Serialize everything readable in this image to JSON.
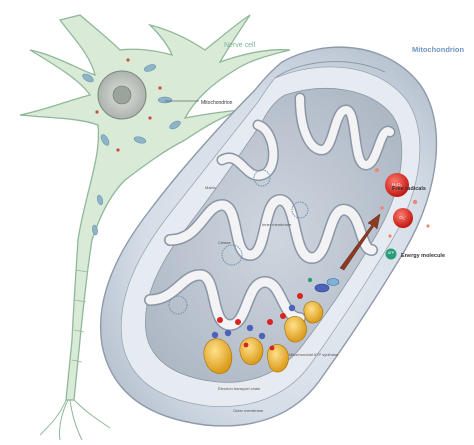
{
  "labels": {
    "nerve_cell": "Nerve cell",
    "mitochondrion_title": "Mitochondrion",
    "mitochondrion_callout": "Mitochondrion",
    "matrix": "Matrix",
    "inner_membrane": "Inner membrane",
    "cristae": "Cristae",
    "etc_top": "Mitochondrial ATP synthase",
    "etc_bottom": "Electron transport chain",
    "outer_membrane": "Outer membrane",
    "free_radicals": "Free radicals",
    "energy_molecule": "Energy molecule"
  },
  "molecules": {
    "h2o2": "H₂O₂",
    "o2": "O₂⁻",
    "atp": "ATP"
  },
  "colors": {
    "nerve_cell_fill": "#d9ead6",
    "nerve_cell_stroke": "#8fb89a",
    "mito_body": "#dfe6ee",
    "mito_stroke": "#8e9aaa",
    "cristae": "#f3f3f5",
    "free_radical": "#d8231f",
    "atp": "#2b9c7a",
    "enzyme": "#e6ad2a",
    "title_green": "#7db39a",
    "title_blue": "#6e97c4"
  }
}
